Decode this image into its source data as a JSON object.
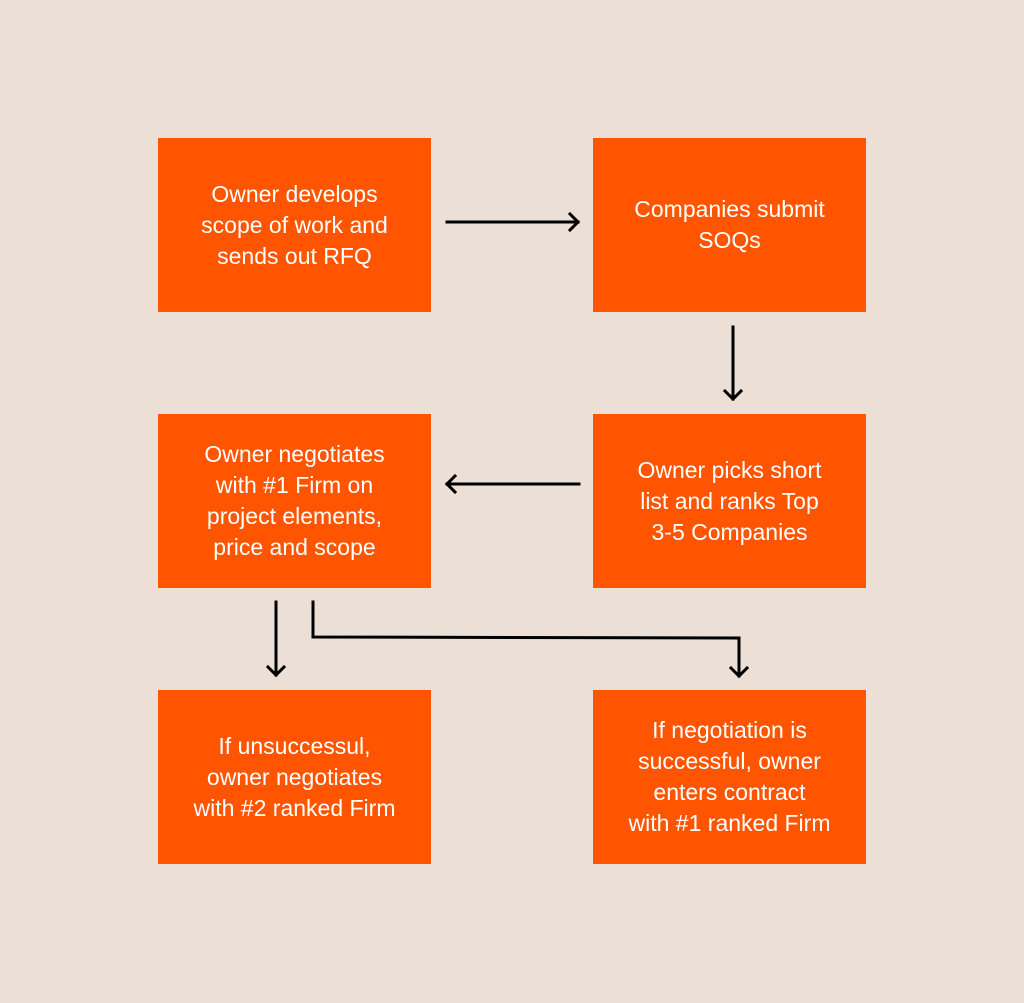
{
  "colors": {
    "background": "#ECE0D6",
    "box": "#FF5500",
    "text": "#FFFFFF",
    "arrow": "#000000"
  },
  "steps": [
    {
      "id": "develop-scope",
      "text": "Owner develops\nscope of work and\nsends out RFQ"
    },
    {
      "id": "submit-soqs",
      "text": "Companies submit\nSOQs"
    },
    {
      "id": "negotiate-1",
      "text": "Owner negotiates\nwith #1 Firm on\nproject elements,\nprice and scope"
    },
    {
      "id": "shortlist",
      "text": "Owner picks short\nlist and ranks Top\n3-5 Companies"
    },
    {
      "id": "negotiate-2",
      "text": "If unsuccessul,\nowner negotiates\nwith #2 ranked Firm"
    },
    {
      "id": "contract",
      "text": "If negotiation is\nsuccessful, owner\nenters contract\nwith #1 ranked Firm"
    }
  ],
  "connections": [
    {
      "from": "develop-scope",
      "to": "submit-soqs"
    },
    {
      "from": "submit-soqs",
      "to": "shortlist"
    },
    {
      "from": "shortlist",
      "to": "negotiate-1"
    },
    {
      "from": "negotiate-1",
      "to": "negotiate-2"
    },
    {
      "from": "negotiate-1",
      "to": "contract"
    }
  ]
}
